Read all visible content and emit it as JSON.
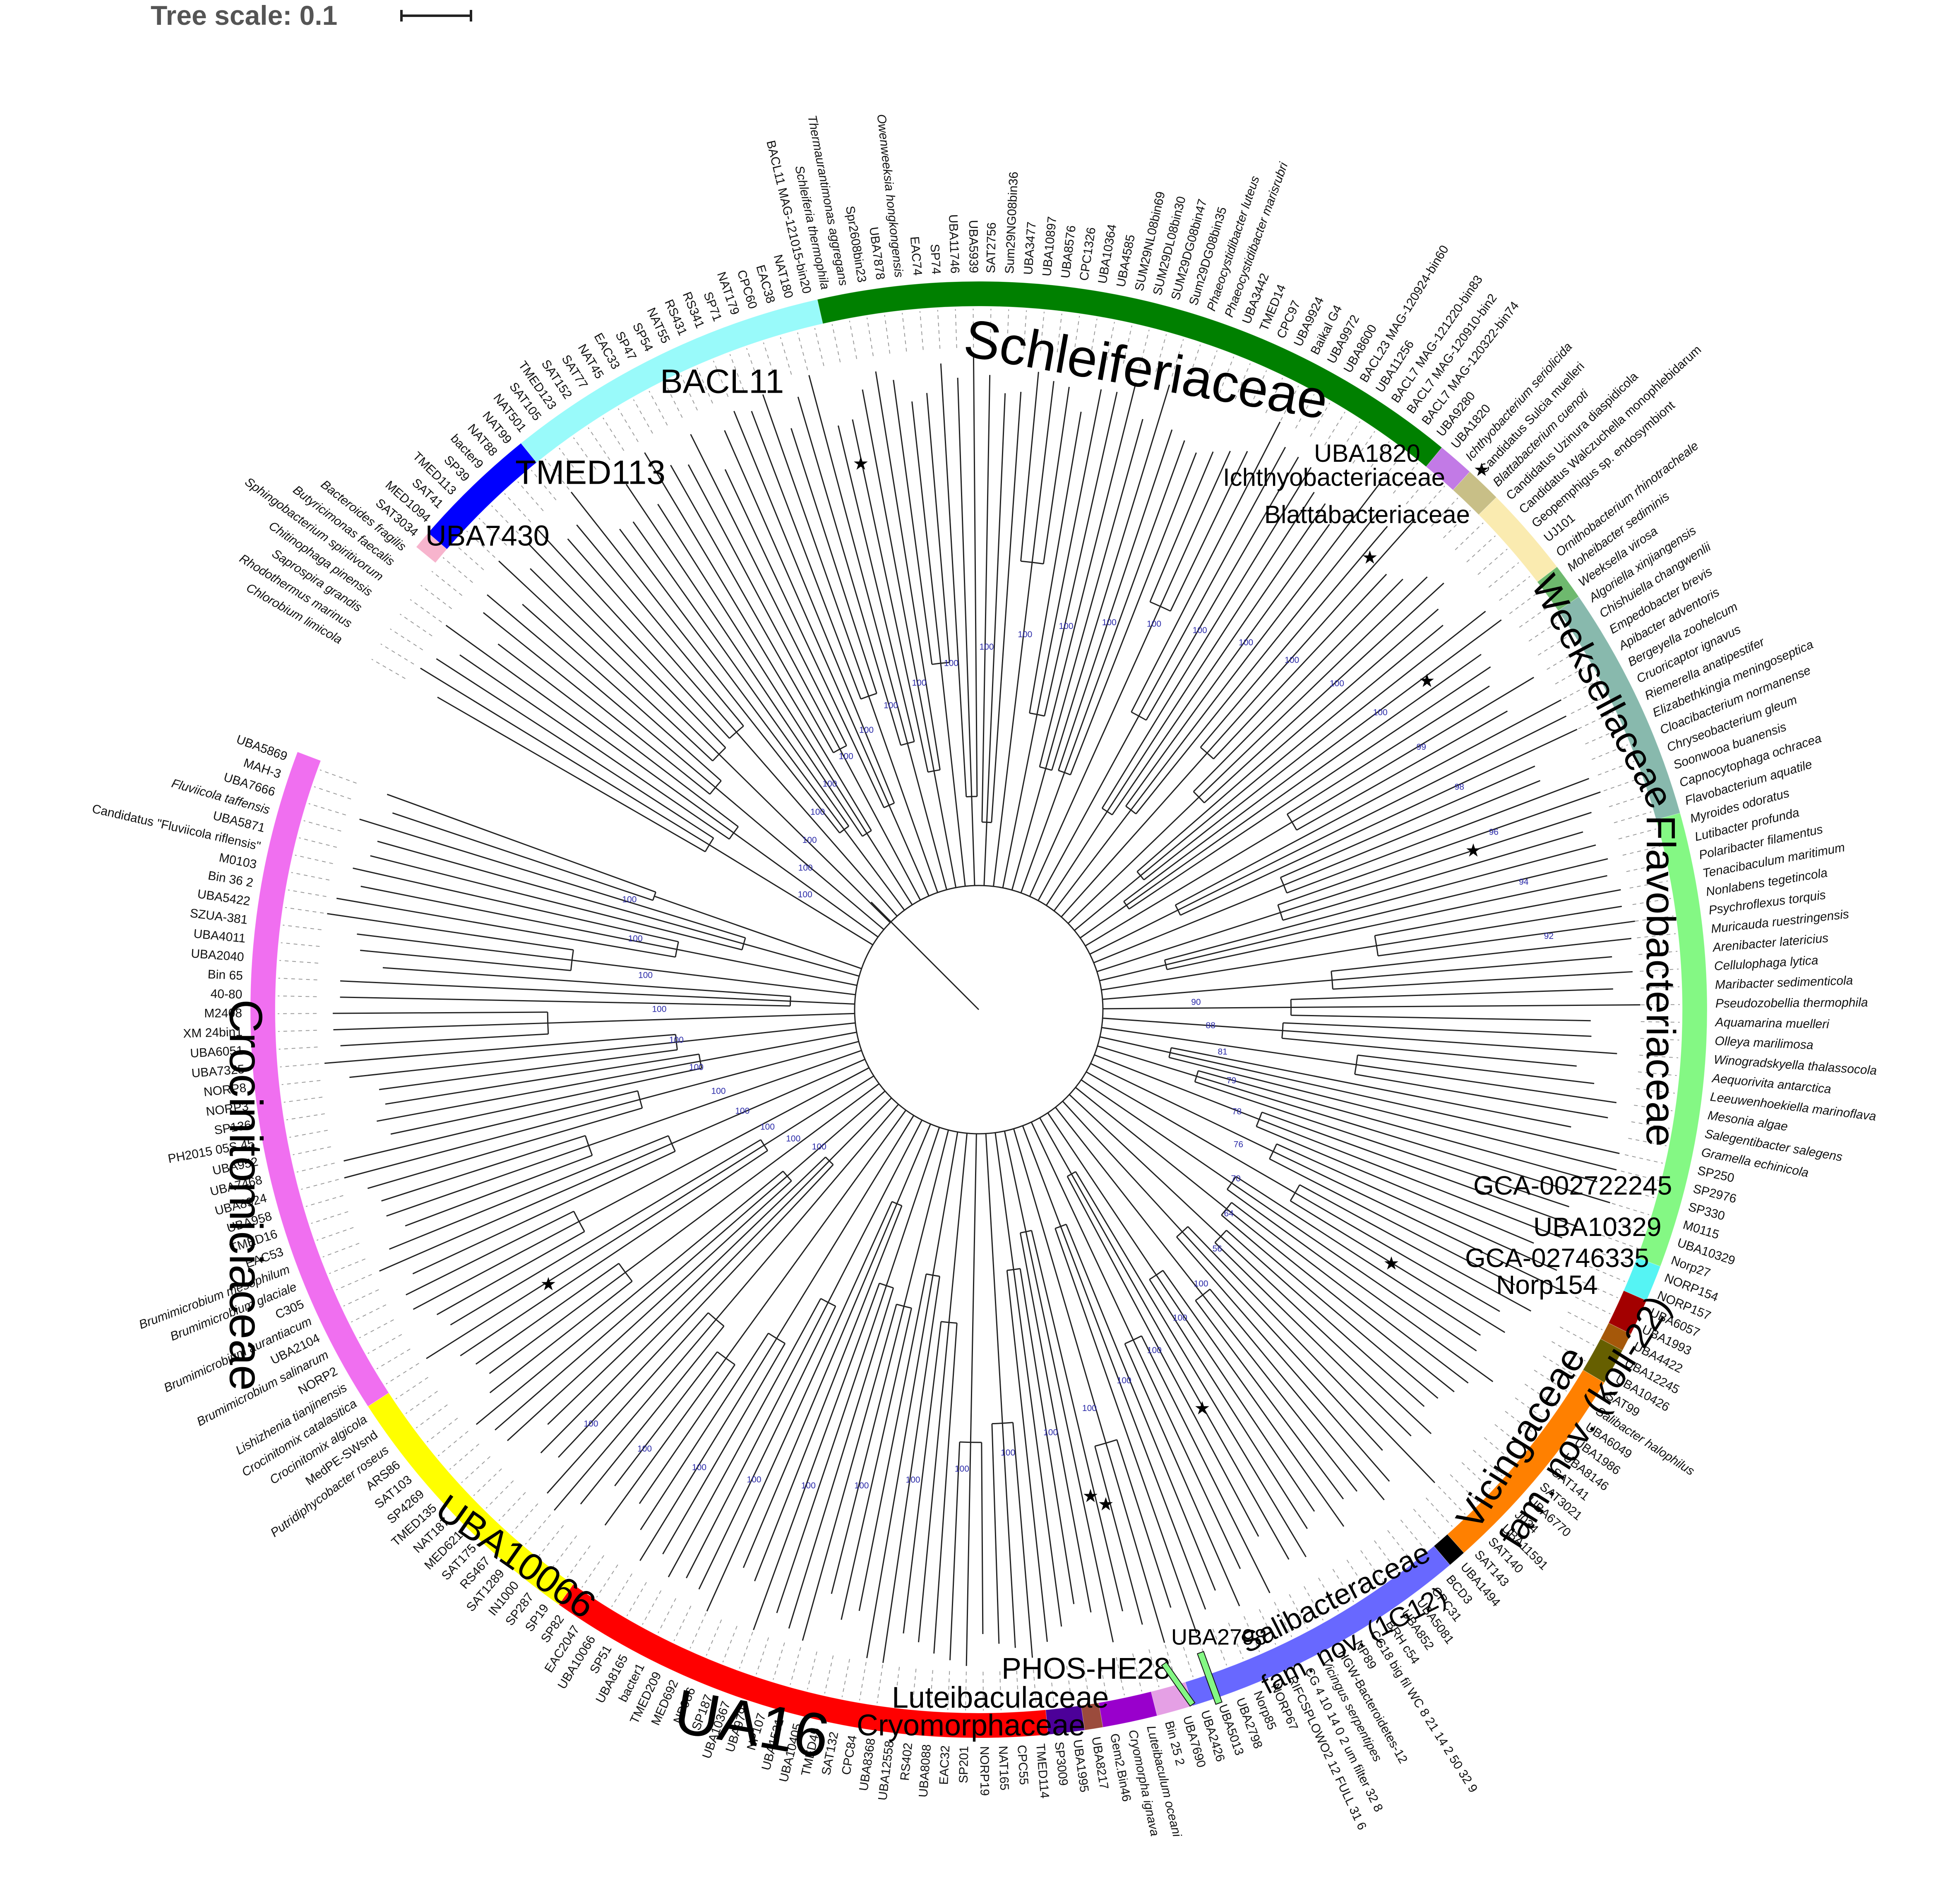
{
  "scale": {
    "label": "Tree scale: 0.1"
  },
  "colors": {
    "Schleiferiaceae": "#008000",
    "BACL11": "#99fafa",
    "TMED113": "#0000ff",
    "UBA7430": "#f7b4cd",
    "UBA1820": "#c27ae6",
    "Ichthyobacteriaceae": "#c8bf87",
    "Blattabacteriaceae": "#faebb0",
    "Weeksellaceae_green": "#6eb96e",
    "Weeksellaceae": "#88b9ad",
    "Flavobacteriaceae": "#84f884",
    "GCA-002722245": "#55f4f4",
    "UBA10329": "#a30000",
    "GCA-02746335": "#a5580a",
    "Norp154": "#665f00",
    "Vicingaceae": "#ff8000",
    "black": "#000000",
    "Salibacteraceae": "#6868ff",
    "UBA7690": "#e5a0e5",
    "Cryomorphaceae": "#9900cc",
    "Luteibaculaceae": "#9b4b3c",
    "PHOS-HE28": "#4c0099",
    "UA16": "#ff0000",
    "UBA10066": "#ffff00",
    "Crocinitomiciaceae": "#f06ff0"
  },
  "clades": [
    {
      "id": "schleiferiaceae",
      "label": "Schleiferiaceae"
    },
    {
      "id": "bacl11",
      "label": "BACL11"
    },
    {
      "id": "tmed113",
      "label": "TMED113"
    },
    {
      "id": "uba7430",
      "label": "UBA7430"
    },
    {
      "id": "uba1820",
      "label": "UBA1820"
    },
    {
      "id": "ichthyo",
      "label": "Ichthyobacteriaceae"
    },
    {
      "id": "blatta",
      "label": "Blattabacteriaceae"
    },
    {
      "id": "weeks",
      "label": "Weeksellaceae"
    },
    {
      "id": "flavo",
      "label": "Flavobacteriaceae"
    },
    {
      "id": "gca722",
      "label": "GCA-002722245"
    },
    {
      "id": "uba10329",
      "label": "UBA10329"
    },
    {
      "id": "gca027",
      "label": "GCA-02746335"
    },
    {
      "id": "norp154",
      "label": "Norp154"
    },
    {
      "id": "vicing1",
      "label": "Vicingaceae"
    },
    {
      "id": "vicing2",
      "label": "fam. nov. (koll-22)"
    },
    {
      "id": "salib1",
      "label": "Salibacteraceae"
    },
    {
      "id": "salib2",
      "label": "fam. nov. (1G12)"
    },
    {
      "id": "uba2798",
      "label": "UBA2798"
    },
    {
      "id": "phos",
      "label": "PHOS-HE28"
    },
    {
      "id": "luteib",
      "label": "Luteibaculaceae"
    },
    {
      "id": "cryomorph",
      "label": "Cryomorphaceae"
    },
    {
      "id": "ua16",
      "label": "UA16"
    },
    {
      "id": "uba10066",
      "label": "UBA10066"
    },
    {
      "id": "crocin",
      "label": "Crocinitomiciaceae"
    }
  ],
  "leaves": [
    {
      "label": "Chlorobium limicola",
      "it": 1
    },
    {
      "label": "Rhodothermus marinus",
      "it": 1
    },
    {
      "label": "Saprospira grandis",
      "it": 1
    },
    {
      "label": "Chitinophaga pinensis",
      "it": 1
    },
    {
      "label": "Sphingobacterium spiritivorum",
      "it": 1
    },
    {
      "label": "Butyricimonas faecalis",
      "it": 1
    },
    {
      "label": "Bacteroides fragilis",
      "it": 1
    },
    {
      "label": "SAT3034",
      "it": 0
    },
    {
      "label": "MED1094",
      "it": 0
    },
    {
      "label": "SAT41",
      "it": 0
    },
    {
      "label": "TMED113",
      "it": 0
    },
    {
      "label": "SP39",
      "it": 0
    },
    {
      "label": "bacter9",
      "it": 0
    },
    {
      "label": "NAT88",
      "it": 0
    },
    {
      "label": "NAT99",
      "it": 0
    },
    {
      "label": "NAT501",
      "it": 0
    },
    {
      "label": "SAT105",
      "it": 0
    },
    {
      "label": "TMED123",
      "it": 0
    },
    {
      "label": "SAT152",
      "it": 0
    },
    {
      "label": "SAT77",
      "it": 0
    },
    {
      "label": "NAT45",
      "it": 0
    },
    {
      "label": "EAC33",
      "it": 0
    },
    {
      "label": "SP47",
      "it": 0
    },
    {
      "label": "SP54",
      "it": 0
    },
    {
      "label": "NAT55",
      "it": 0
    },
    {
      "label": "RS431",
      "it": 0
    },
    {
      "label": "RS341",
      "it": 0
    },
    {
      "label": "SP71",
      "it": 0
    },
    {
      "label": "NAT179",
      "it": 0
    },
    {
      "label": "CPC60",
      "it": 0
    },
    {
      "label": "EAC38",
      "it": 0
    },
    {
      "label": "NAT180",
      "it": 0
    },
    {
      "label": "BACL11 MAG-121015-bin20",
      "it": 0
    },
    {
      "label": "Schleiferia thermophila",
      "it": 1
    },
    {
      "label": "Thermaurantimonas aggregans",
      "it": 1
    },
    {
      "label": "Spr2608bin23",
      "it": 0
    },
    {
      "label": "UBA7878",
      "it": 0
    },
    {
      "label": "Owenweeksia hongkongensis",
      "it": 1
    },
    {
      "label": "EAC74",
      "it": 0
    },
    {
      "label": "SP74",
      "it": 0
    },
    {
      "label": "UBA11746",
      "it": 0
    },
    {
      "label": "UBA5939",
      "it": 0
    },
    {
      "label": "SAT2756",
      "it": 0
    },
    {
      "label": "Sum29NG08bin36",
      "it": 0
    },
    {
      "label": "UBA3477",
      "it": 0
    },
    {
      "label": "UBA10897",
      "it": 0
    },
    {
      "label": "UBA8576",
      "it": 0
    },
    {
      "label": "CPC1326",
      "it": 0
    },
    {
      "label": "UBA10364",
      "it": 0
    },
    {
      "label": "UBA4585",
      "it": 0
    },
    {
      "label": "SUM29NL08bin69",
      "it": 0
    },
    {
      "label": "SUM29DL08bin30",
      "it": 0
    },
    {
      "label": "SUM29DG08bin47",
      "it": 0
    },
    {
      "label": "Sum29DG08bin35",
      "it": 0
    },
    {
      "label": "Phaeocystidibacter luteus",
      "it": 1
    },
    {
      "label": "Phaeocystidibacter marisrubri",
      "it": 1
    },
    {
      "label": "UBA3442",
      "it": 0
    },
    {
      "label": "TMED14",
      "it": 0
    },
    {
      "label": "CPC97",
      "it": 0
    },
    {
      "label": "UBA9924",
      "it": 0
    },
    {
      "label": "Baikal G4",
      "it": 0
    },
    {
      "label": "UBA9972",
      "it": 0
    },
    {
      "label": "UBA8600",
      "it": 0
    },
    {
      "label": "BACL23 MAG-120924-bin60",
      "it": 0
    },
    {
      "label": "UBA11256",
      "it": 0
    },
    {
      "label": "BACL7 MAG-121220-bin83",
      "it": 0
    },
    {
      "label": "BACL7 MAG-120910-bin2",
      "it": 0
    },
    {
      "label": "BACL7 MAG-120322-bin74",
      "it": 0
    },
    {
      "label": "UBA9280",
      "it": 0
    },
    {
      "label": "UBA1820",
      "it": 0
    },
    {
      "label": "Ichthyobacterium seriolicida",
      "it": 1
    },
    {
      "label": "Candidatus Sulcia muelleri",
      "it": 0
    },
    {
      "label": "Blattabacterium cuenoti",
      "it": 1
    },
    {
      "label": "Candidatus Uzinura diaspidicola",
      "it": 0
    },
    {
      "label": "Candidatus Walczuchella monophlebidarum",
      "it": 0
    },
    {
      "label": "Geopemphigus sp. endosymbiont",
      "it": 0
    },
    {
      "label": "UJ101",
      "it": 0
    },
    {
      "label": "Ornithobacterium rhinotracheale",
      "it": 1
    },
    {
      "label": "Moheibacter sediminis",
      "it": 1
    },
    {
      "label": "Weeksella virosa",
      "it": 1
    },
    {
      "label": "Algoriella xinjiangensis",
      "it": 1
    },
    {
      "label": "Chishuiella changwenlii",
      "it": 1
    },
    {
      "label": "Empedobacter brevis",
      "it": 1
    },
    {
      "label": "Apibacter adventoris",
      "it": 1
    },
    {
      "label": "Bergeyella zoohelcum",
      "it": 1
    },
    {
      "label": "Cruoricaptor ignavus",
      "it": 1
    },
    {
      "label": "Riemerella anatipestifer",
      "it": 1
    },
    {
      "label": "Elizabethkingia meningoseptica",
      "it": 1
    },
    {
      "label": "Cloacibacterium normanense",
      "it": 1
    },
    {
      "label": "Chryseobacterium gleum",
      "it": 1
    },
    {
      "label": "Soonwooa buanensis",
      "it": 1
    },
    {
      "label": "Capnocytophaga ochracea",
      "it": 1
    },
    {
      "label": "Flavobacterium aquatile",
      "it": 1
    },
    {
      "label": "Myroides odoratus",
      "it": 1
    },
    {
      "label": "Lutibacter profunda",
      "it": 1
    },
    {
      "label": "Polaribacter filamentus",
      "it": 1
    },
    {
      "label": "Tenacibaculum maritimum",
      "it": 1
    },
    {
      "label": "Nonlabens tegetincola",
      "it": 1
    },
    {
      "label": "Psychroflexus torquis",
      "it": 1
    },
    {
      "label": "Muricauda ruestringensis",
      "it": 1
    },
    {
      "label": "Arenibacter latericius",
      "it": 1
    },
    {
      "label": "Cellulophaga lytica",
      "it": 1
    },
    {
      "label": "Maribacter sedimenticola",
      "it": 1
    },
    {
      "label": "Pseudozobellia thermophila",
      "it": 1
    },
    {
      "label": "Aquamarina muelleri",
      "it": 1
    },
    {
      "label": "Olleya marilimosa",
      "it": 1
    },
    {
      "label": "Winogradskyella thalassocola",
      "it": 1
    },
    {
      "label": "Aequorivita antarctica",
      "it": 1
    },
    {
      "label": "Leeuwenhoekiella marinoflava",
      "it": 1
    },
    {
      "label": "Mesonia algae",
      "it": 1
    },
    {
      "label": "Salegentibacter salegens",
      "it": 1
    },
    {
      "label": "Gramella echinicola",
      "it": 1
    },
    {
      "label": "SP250",
      "it": 0
    },
    {
      "label": "SP2976",
      "it": 0
    },
    {
      "label": "SP330",
      "it": 0
    },
    {
      "label": "M0115",
      "it": 0
    },
    {
      "label": "UBA10329",
      "it": 0
    },
    {
      "label": "Norp27",
      "it": 0
    },
    {
      "label": "NORP154",
      "it": 0
    },
    {
      "label": "NORP157",
      "it": 0
    },
    {
      "label": "UBA6057",
      "it": 0
    },
    {
      "label": "UBA1993",
      "it": 0
    },
    {
      "label": "UBA4422",
      "it": 0
    },
    {
      "label": "UBA12245",
      "it": 0
    },
    {
      "label": "UBA10426",
      "it": 0
    },
    {
      "label": "SAT99",
      "it": 0
    },
    {
      "label": "Salibacter halophilus",
      "it": 1
    },
    {
      "label": "UBA6049",
      "it": 0
    },
    {
      "label": "UBA1986",
      "it": 0
    },
    {
      "label": "UBA8146",
      "it": 0
    },
    {
      "label": "SAT141",
      "it": 0
    },
    {
      "label": "SAT3021",
      "it": 0
    },
    {
      "label": "UBA6770",
      "it": 0
    },
    {
      "label": "J034",
      "it": 0
    },
    {
      "label": "UBA11591",
      "it": 0
    },
    {
      "label": "SAT140",
      "it": 0
    },
    {
      "label": "SAT143",
      "it": 0
    },
    {
      "label": "UBA1494",
      "it": 0
    },
    {
      "label": "BCD3",
      "it": 0
    },
    {
      "label": "CPC31",
      "it": 0
    },
    {
      "label": "UBA5081",
      "it": 0
    },
    {
      "label": "UBA852",
      "it": 0
    },
    {
      "label": "BRH c54",
      "it": 0
    },
    {
      "label": "CG18 big fil WC 8 21 14 2 50 32 9",
      "it": 0
    },
    {
      "label": "NP89",
      "it": 0
    },
    {
      "label": "HGW-Bacteroidetes-12",
      "it": 0
    },
    {
      "label": "Vicingus serpentipes",
      "it": 1
    },
    {
      "label": "CG 4 10 14 0 2 um filter 32 8",
      "it": 0
    },
    {
      "label": "RIFCSPLOWO2 12 FULL 31 6",
      "it": 0
    },
    {
      "label": "NORP67",
      "it": 0
    },
    {
      "label": "Norp85",
      "it": 0
    },
    {
      "label": "UBA2798",
      "it": 0
    },
    {
      "label": "UBA5013",
      "it": 0
    },
    {
      "label": "UBA2426",
      "it": 0
    },
    {
      "label": "UBA7690",
      "it": 0
    },
    {
      "label": "Bin 25 2",
      "it": 0
    },
    {
      "label": "Luteibaculum oceani",
      "it": 1
    },
    {
      "label": "Cryomorpha ignava",
      "it": 1
    },
    {
      "label": "Gem2.Bin46",
      "it": 0
    },
    {
      "label": "UBA8217",
      "it": 0
    },
    {
      "label": "UBA1995",
      "it": 0
    },
    {
      "label": "SP3009",
      "it": 0
    },
    {
      "label": "TMED114",
      "it": 0
    },
    {
      "label": "CPC55",
      "it": 0
    },
    {
      "label": "NAT165",
      "it": 0
    },
    {
      "label": "NORP19",
      "it": 0
    },
    {
      "label": "SP201",
      "it": 0
    },
    {
      "label": "EAC32",
      "it": 0
    },
    {
      "label": "UBA8088",
      "it": 0
    },
    {
      "label": "RS402",
      "it": 0
    },
    {
      "label": "UBA12558",
      "it": 0
    },
    {
      "label": "UBA8368",
      "it": 0
    },
    {
      "label": "CPC84",
      "it": 0
    },
    {
      "label": "SAT132",
      "it": 0
    },
    {
      "label": "TMED45",
      "it": 0
    },
    {
      "label": "UBA10405",
      "it": 0
    },
    {
      "label": "UBA1531",
      "it": 0
    },
    {
      "label": "NP107",
      "it": 0
    },
    {
      "label": "UBA979",
      "it": 0
    },
    {
      "label": "UBA10367",
      "it": 0
    },
    {
      "label": "SP187",
      "it": 0
    },
    {
      "label": "NP986",
      "it": 0
    },
    {
      "label": "MED692",
      "it": 0
    },
    {
      "label": "TMED209",
      "it": 0
    },
    {
      "label": "bacter1",
      "it": 0
    },
    {
      "label": "UBA8165",
      "it": 0
    },
    {
      "label": "SP51",
      "it": 0
    },
    {
      "label": "UBA10066",
      "it": 0
    },
    {
      "label": "EAC2047",
      "it": 0
    },
    {
      "label": "SP82",
      "it": 0
    },
    {
      "label": "SP19",
      "it": 0
    },
    {
      "label": "SP287",
      "it": 0
    },
    {
      "label": "IN1000",
      "it": 0
    },
    {
      "label": "SAT1289",
      "it": 0
    },
    {
      "label": "RS467",
      "it": 0
    },
    {
      "label": "SAT175",
      "it": 0
    },
    {
      "label": "MED621",
      "it": 0
    },
    {
      "label": "NAT187",
      "it": 0
    },
    {
      "label": "TMED135",
      "it": 0
    },
    {
      "label": "SP4269",
      "it": 0
    },
    {
      "label": "SAT103",
      "it": 0
    },
    {
      "label": "ARS86",
      "it": 0
    },
    {
      "label": "Putridiphycobacter roseus",
      "it": 1
    },
    {
      "label": "MedPE-SWsnd",
      "it": 0
    },
    {
      "label": "Crocinitomix algicola",
      "it": 1
    },
    {
      "label": "Crocinitomix catalasitica",
      "it": 1
    },
    {
      "label": "Lishizhenia tianjinensis",
      "it": 1
    },
    {
      "label": "NORP2",
      "it": 0
    },
    {
      "label": "Brumimicrobium salinarum",
      "it": 1
    },
    {
      "label": "UBA2104",
      "it": 0
    },
    {
      "label": "Brumimicrobium aurantiacum",
      "it": 1
    },
    {
      "label": "C305",
      "it": 0
    },
    {
      "label": "Brumimicrobium glaciale",
      "it": 1
    },
    {
      "label": "Brumimicrobium mesophilum",
      "it": 1
    },
    {
      "label": "EAC53",
      "it": 0
    },
    {
      "label": "TMED16",
      "it": 0
    },
    {
      "label": "UBA958",
      "it": 0
    },
    {
      "label": "UBA8924",
      "it": 0
    },
    {
      "label": "UBA7468",
      "it": 0
    },
    {
      "label": "UBA952",
      "it": 0
    },
    {
      "label": "PH2015 05S 45",
      "it": 0
    },
    {
      "label": "SP136",
      "it": 0
    },
    {
      "label": "NORP3",
      "it": 0
    },
    {
      "label": "NORP8",
      "it": 0
    },
    {
      "label": "UBA7325",
      "it": 0
    },
    {
      "label": "UBA6051",
      "it": 0
    },
    {
      "label": "XM 24bin1",
      "it": 0
    },
    {
      "label": "M2408",
      "it": 0
    },
    {
      "label": "40-80",
      "it": 0
    },
    {
      "label": "Bin 65",
      "it": 0
    },
    {
      "label": "UBA2040",
      "it": 0
    },
    {
      "label": "UBA4011",
      "it": 0
    },
    {
      "label": "SZUA-381",
      "it": 0
    },
    {
      "label": "UBA5422",
      "it": 0
    },
    {
      "label": "Bin 36 2",
      "it": 0
    },
    {
      "label": "M0103",
      "it": 0
    },
    {
      "label": "Candidatus \"Fluviicola riflensis\"",
      "it": 0
    },
    {
      "label": "UBA5871",
      "it": 0
    },
    {
      "label": "Fluviicola taffensis",
      "it": 1
    },
    {
      "label": "UBA7666",
      "it": 0
    },
    {
      "label": "MAH-3",
      "it": 0
    },
    {
      "label": "UBA5869",
      "it": 0
    }
  ],
  "bootstrap_values": [
    "100",
    "100",
    "100",
    "100",
    "100",
    "100",
    "100",
    "100",
    "100",
    "100",
    "100",
    "100",
    "100",
    "100",
    "100",
    "100",
    "100",
    "100",
    "100",
    "100",
    "99",
    "98",
    "96",
    "94",
    "92",
    "90",
    "88",
    "81",
    "79",
    "78",
    "76",
    "70",
    "64",
    "56",
    "100",
    "100",
    "100",
    "100",
    "100",
    "100",
    "100",
    "100",
    "100",
    "100",
    "100",
    "100",
    "100",
    "100",
    "100",
    "100",
    "100",
    "100",
    "100",
    "100",
    "100",
    "100",
    "100",
    "100",
    "100",
    "100"
  ]
}
